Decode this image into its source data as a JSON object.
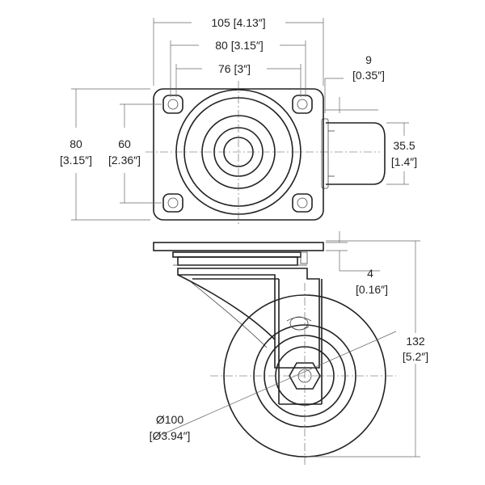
{
  "dimensions": {
    "overall_plate_width": "105 [4.13″]",
    "bolt_spacing_outer": "80 [3.15″]",
    "bolt_spacing_inner": "76 [3″]",
    "offset_value": "9",
    "offset_inch": "[0.35″]",
    "plate_length_value": "80",
    "plate_length_inch": "[3.15″]",
    "hole_spacing_value": "60",
    "hole_spacing_inch": "[2.36″]",
    "wheel_width_value": "35.5",
    "wheel_width_inch": "[1.4″]",
    "plate_thickness_value": "4",
    "plate_thickness_inch": "[0.16″]",
    "total_height_value": "132",
    "total_height_inch": "[5.2″]",
    "wheel_diameter_value": "Ø100",
    "wheel_diameter_inch": "[Ø3.94″]"
  }
}
